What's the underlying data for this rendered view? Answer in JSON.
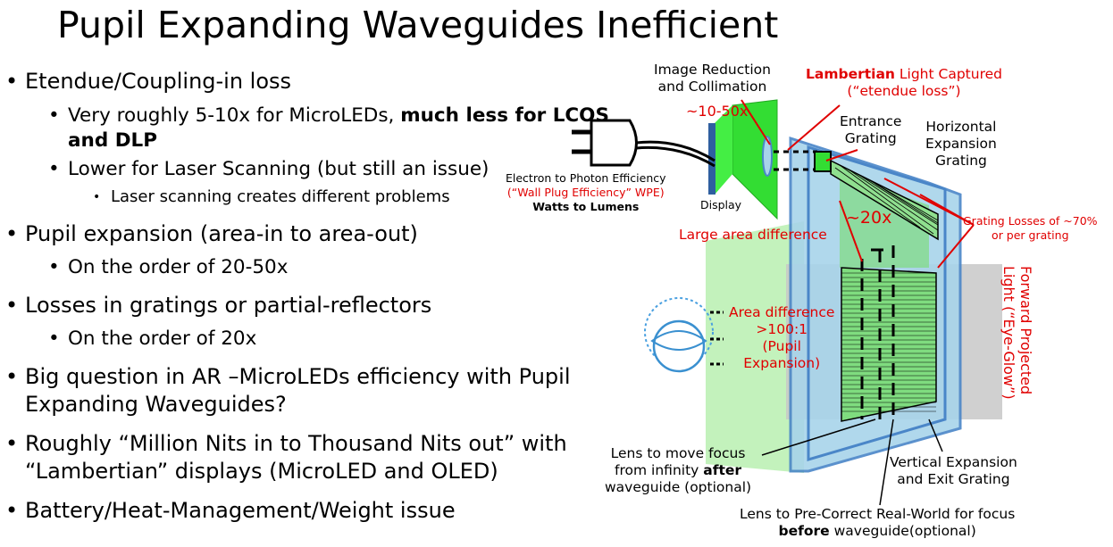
{
  "title": "Pupil Expanding Waveguides Inefficient",
  "bullets": [
    {
      "level": 1,
      "text": "Etendue/Coupling-in loss"
    },
    {
      "level": 2,
      "text": "Very roughly 5-10x for MicroLEDs, ",
      "bold": "much less for LCOS",
      "text2": "",
      "bold_line2": "and DLP"
    },
    {
      "level": 2,
      "text": "Lower for Laser Scanning (but still an issue)"
    },
    {
      "level": 3,
      "text": "Laser scanning creates different problems"
    },
    {
      "level": 1,
      "text": "Pupil expansion (area-in to area-out)"
    },
    {
      "level": 2,
      "text": "On the order of 20-50x"
    },
    {
      "level": 1,
      "text": "Losses in gratings or partial-reflectors"
    },
    {
      "level": 2,
      "text": "On the order of 20x"
    },
    {
      "level": 1,
      "text": "Big question in AR –MicroLEDs efficiency with Pupil",
      "line2": "Expanding Waveguides?"
    },
    {
      "level": 1,
      "text": "Roughly “Million Nits in to Thousand Nits out” with",
      "line2": "“Lambertian” displays (MicroLED and OLED)"
    },
    {
      "level": 1,
      "text": "Battery/Heat-Management/Weight  issue"
    }
  ],
  "diagram": {
    "image_reduction": [
      "Image Reduction",
      "and Collimation"
    ],
    "lambertian_bold": "Lambertian",
    "lambertian_rest": " Light Captured",
    "etendue_loss": "(“etendue loss”)",
    "ratio_10_50": "~10-50x",
    "entrance_grating": [
      "Entrance",
      "Grating"
    ],
    "horizontal_grating": [
      "Horizontal",
      "Expansion",
      "Grating"
    ],
    "electron_photon": "Electron to Photon Efficiency",
    "wall_plug": "(“Wall Plug Efficiency” WPE)",
    "watts_lumens": "Watts to Lumens",
    "display": "Display",
    "ratio_20": "~20x",
    "grating_losses": [
      "Grating Losses of ~70%",
      "or per grating"
    ],
    "large_area": "Large area difference",
    "forward_projected": [
      "Forward Projected",
      "Light (“Eye-Glow”)"
    ],
    "area_difference": [
      "Area difference",
      ">100:1",
      "(Pupil",
      "Expansion)"
    ],
    "lens_move_focus": [
      "Lens to move focus",
      "from infinity ",
      "after",
      "waveguide (optional)"
    ],
    "vertical_grating": [
      "Vertical Expansion",
      "and Exit Grating"
    ],
    "lens_precorrect": [
      "Lens to Pre-Correct Real-World for focus",
      "before",
      " waveguide(optional)"
    ],
    "colors": {
      "red": "#e00000",
      "green": "#33dd33",
      "lightgreen": "#b8f0b0",
      "blue": "#4a86c8",
      "lightblue": "#a8d4ea"
    }
  }
}
